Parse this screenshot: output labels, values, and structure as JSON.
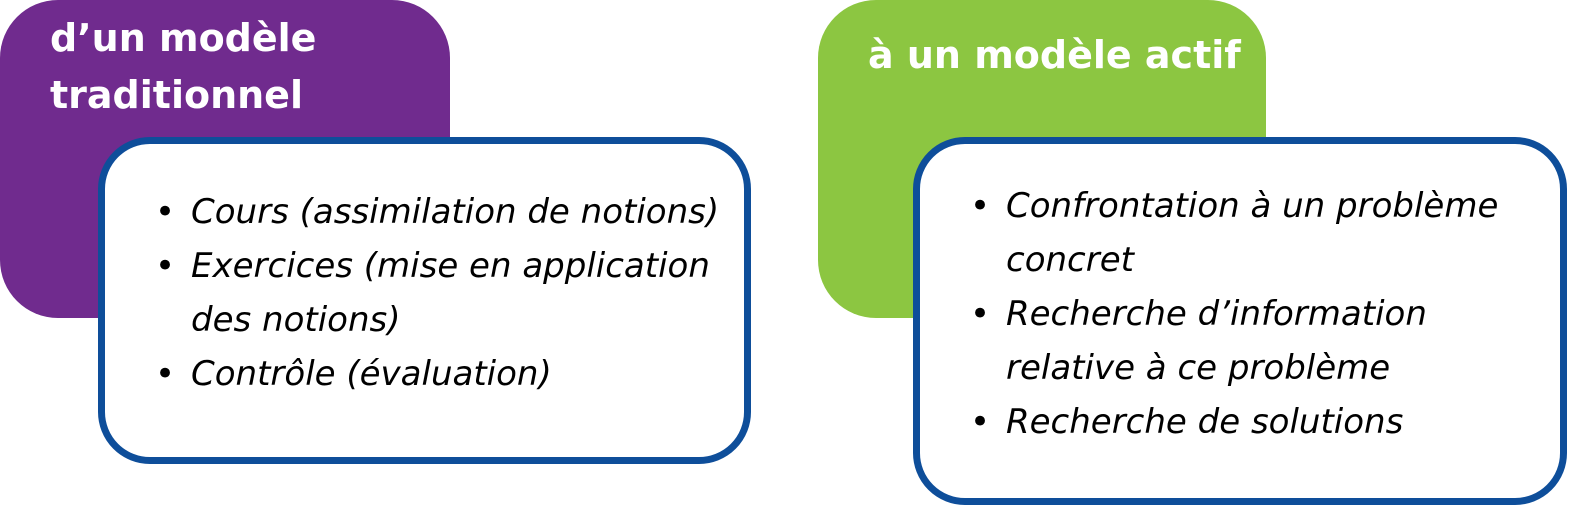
{
  "colors": {
    "traditional_header": "#702b8e",
    "active_header": "#8cc641",
    "card_border": "#0e4e9a",
    "header_text": "#ffffff"
  },
  "left_panel": {
    "title": "d’un modèle\ntraditionnel",
    "items": [
      "Cours (assimilation de notions)",
      "Exercices (mise en application des notions)",
      "Contrôle (évaluation)"
    ]
  },
  "right_panel": {
    "title": "à un modèle actif",
    "items": [
      "Confrontation à un problème concret",
      "Recherche d’information relative à ce problème",
      "Recherche de solutions"
    ]
  },
  "bullet_symbol": "•"
}
